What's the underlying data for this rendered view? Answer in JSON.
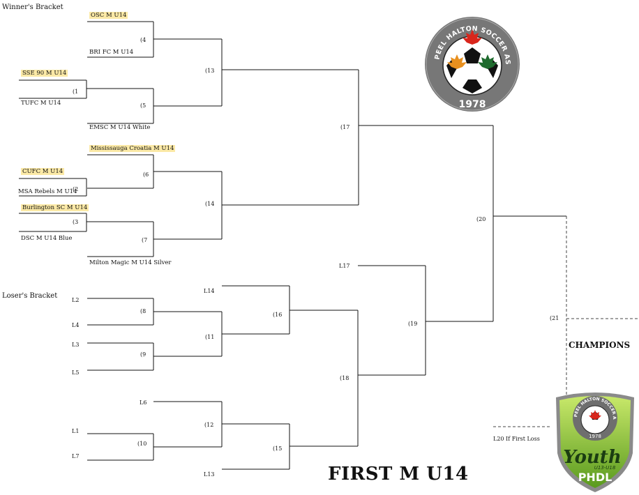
{
  "sections": {
    "winners": "Winner's Bracket",
    "losers": "Loser's Bracket"
  },
  "teams": {
    "osc": "OSC M U14",
    "bri": "BRI FC M U14",
    "sse": "SSE 90 M U14",
    "tufc": "TUFC M U14",
    "emsc": "EMSC M U14 White",
    "croatia": "Mississauga Croatia M U14",
    "cufc": "CUFC M U14",
    "msa": "MSA Rebels M U14",
    "burlington": "Burlington SC M U14",
    "dsc": "DSC M U14 Blue",
    "milton": "Milton Magic M U14 Silver"
  },
  "games": {
    "g1": "(1",
    "g2": "(2",
    "g3": "(3",
    "g4": "(4",
    "g5": "(5",
    "g6": "(6",
    "g7": "(7",
    "g8": "(8",
    "g9": "(9",
    "g10": "(10",
    "g11": "(11",
    "g12": "(12",
    "g13": "(13",
    "g14": "(14",
    "g15": "(15",
    "g16": "(16",
    "g17": "(17",
    "g18": "(18",
    "g19": "(19",
    "g20": "(20",
    "g21": "(21"
  },
  "losers": {
    "L1": "L1",
    "L2": "L2",
    "L3": "L3",
    "L4": "L4",
    "L5": "L5",
    "L6": "L6",
    "L7": "L7",
    "L13": "L13",
    "L14": "L14",
    "L17": "L17"
  },
  "champions": "CHAMPIONS",
  "l20_note": "L20 If First Loss",
  "title": "FIRST M U14",
  "logo_top": {
    "ring_text": "PEEL HALTON SOCCER ASSOCIATION",
    "year": "1978",
    "ring_color": "#6b6b6b",
    "leaf_colors": [
      "#d9261c",
      "#e8901f",
      "#1f6b2e"
    ]
  },
  "logo_bottom": {
    "ring_text": "PEEL HALTON SOCCER ASSOCIATION",
    "year": "1978",
    "script": "Youth",
    "sub": "U13-U18",
    "mark": "PHDL",
    "shield_color": "#8cc63f"
  }
}
